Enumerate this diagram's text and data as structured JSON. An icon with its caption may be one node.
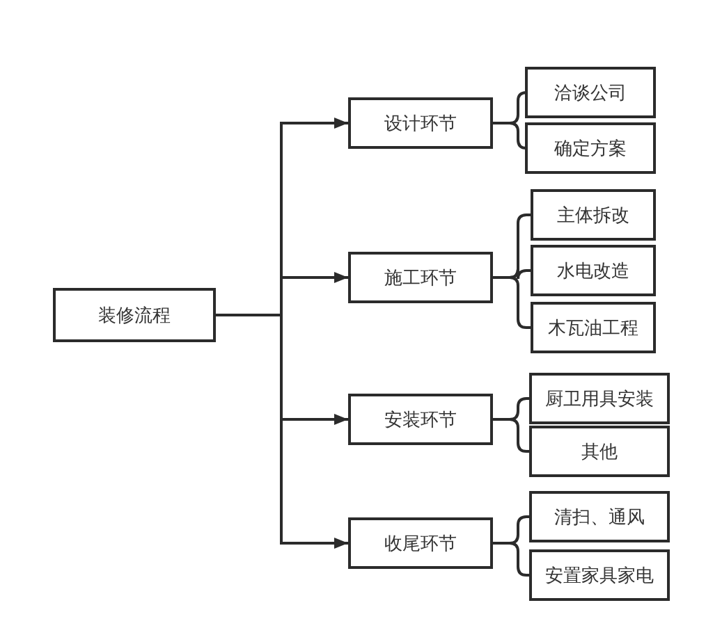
{
  "diagram": {
    "nodes": [
      {
        "text": [
          "装修流程"
        ]
      },
      {
        "text": [
          "设计环节"
        ]
      },
      {
        "text": [
          "洽谈公司"
        ]
      },
      {
        "text": [
          "确定方案"
        ]
      },
      {
        "text": [
          "施工环节"
        ]
      },
      {
        "text": [
          "主体拆改"
        ]
      },
      {
        "text": [
          "水电改造"
        ]
      },
      {
        "text": [
          "木瓦油工程"
        ]
      },
      {
        "text": [
          "安装环节"
        ]
      },
      {
        "text": [
          "厨卫用具安装"
        ]
      },
      {
        "text": [
          "其他"
        ]
      },
      {
        "text": [
          "收尾环节"
        ]
      },
      {
        "text": [
          "清扫、通风"
        ]
      },
      {
        "text": [
          "安置家具家电"
        ]
      }
    ],
    "edges": [
      {
        "from": 0,
        "to": 1,
        "arrow": "to"
      },
      {
        "from": 0,
        "to": 4,
        "arrow": "to"
      },
      {
        "from": 0,
        "to": 8,
        "arrow": "to"
      },
      {
        "from": 0,
        "to": 11,
        "arrow": "to"
      },
      {
        "from": 1,
        "to": 2,
        "arrow": "none"
      },
      {
        "from": 1,
        "to": 3,
        "arrow": "none"
      },
      {
        "from": 4,
        "to": 5,
        "arrow": "none"
      },
      {
        "from": 4,
        "to": 6,
        "arrow": "none"
      },
      {
        "from": 4,
        "to": 7,
        "arrow": "none"
      },
      {
        "from": 8,
        "to": 9,
        "arrow": "none"
      },
      {
        "from": 8,
        "to": 10,
        "arrow": "none"
      },
      {
        "from": 11,
        "to": 12,
        "arrow": "none"
      },
      {
        "from": 11,
        "to": 13,
        "arrow": "none"
      }
    ]
  }
}
